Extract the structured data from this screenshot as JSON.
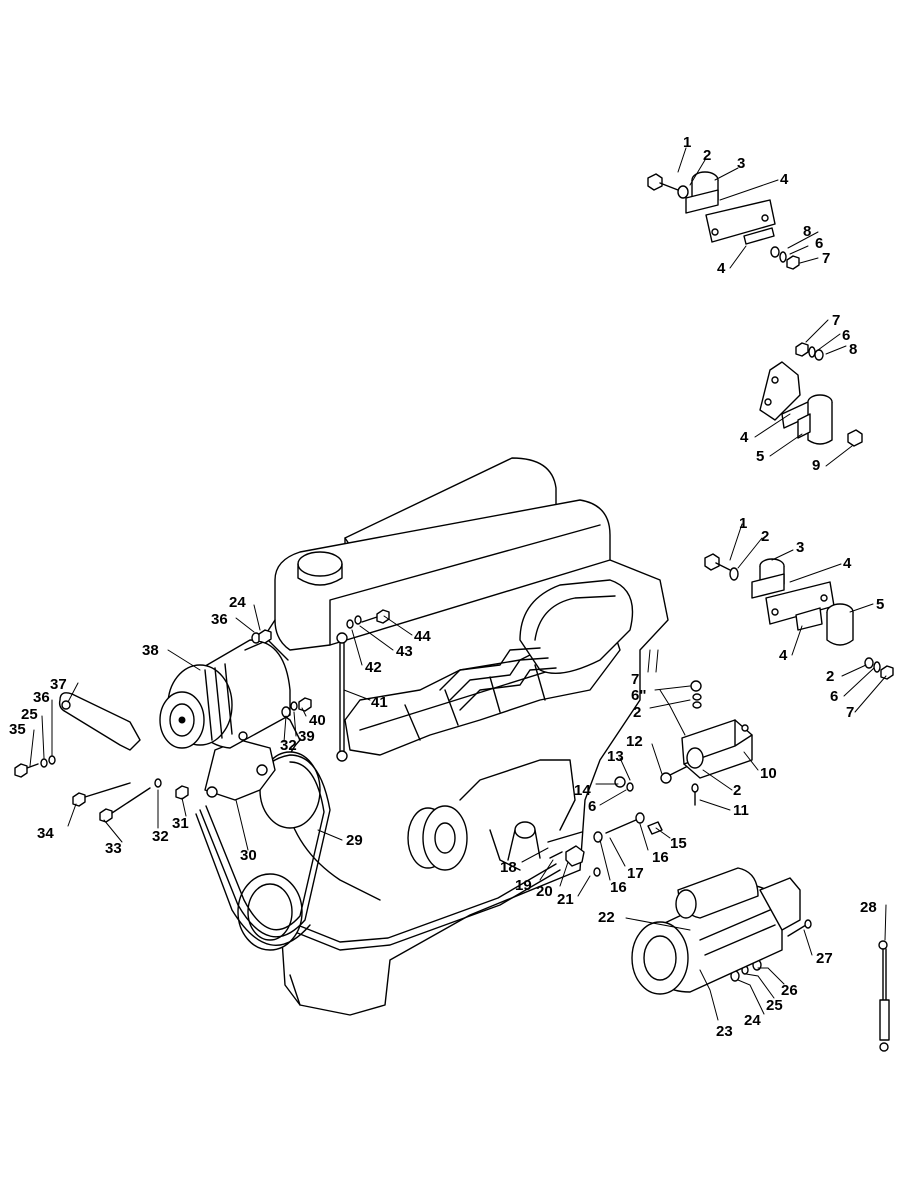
{
  "callouts": [
    {
      "id": "c-1a",
      "text": "1"
    },
    {
      "id": "c-2a",
      "text": "2"
    },
    {
      "id": "c-3a",
      "text": "3"
    },
    {
      "id": "c-4a",
      "text": "4"
    },
    {
      "id": "c-4b",
      "text": "4"
    },
    {
      "id": "c-8a",
      "text": "8"
    },
    {
      "id": "c-6a",
      "text": "6"
    },
    {
      "id": "c-7a",
      "text": "7"
    },
    {
      "id": "c-7b",
      "text": "7"
    },
    {
      "id": "c-6b",
      "text": "6"
    },
    {
      "id": "c-8b",
      "text": "8"
    },
    {
      "id": "c-4c",
      "text": "4"
    },
    {
      "id": "c-5a",
      "text": "5"
    },
    {
      "id": "c-9a",
      "text": "9"
    },
    {
      "id": "c-1b",
      "text": "1"
    },
    {
      "id": "c-2b",
      "text": "2"
    },
    {
      "id": "c-3b",
      "text": "3"
    },
    {
      "id": "c-4d",
      "text": "4"
    },
    {
      "id": "c-5b",
      "text": "5"
    },
    {
      "id": "c-4e",
      "text": "4"
    },
    {
      "id": "c-2c",
      "text": "2"
    },
    {
      "id": "c-6c",
      "text": "6"
    },
    {
      "id": "c-7c",
      "text": "7"
    },
    {
      "id": "c-7d",
      "text": "7"
    },
    {
      "id": "c-6d",
      "text": "6\""
    },
    {
      "id": "c-2d",
      "text": "2"
    },
    {
      "id": "c-10",
      "text": "10"
    },
    {
      "id": "c-2e",
      "text": "2"
    },
    {
      "id": "c-11",
      "text": "11"
    },
    {
      "id": "c-12",
      "text": "12"
    },
    {
      "id": "c-13",
      "text": "13"
    },
    {
      "id": "c-14",
      "text": "14"
    },
    {
      "id": "c-6e",
      "text": "6"
    },
    {
      "id": "c-15",
      "text": "15"
    },
    {
      "id": "c-16a",
      "text": "16"
    },
    {
      "id": "c-17",
      "text": "17"
    },
    {
      "id": "c-16b",
      "text": "16"
    },
    {
      "id": "c-18",
      "text": "18"
    },
    {
      "id": "c-19",
      "text": "19"
    },
    {
      "id": "c-20",
      "text": "20"
    },
    {
      "id": "c-21",
      "text": "21"
    },
    {
      "id": "c-22",
      "text": "22"
    },
    {
      "id": "c-23",
      "text": "23"
    },
    {
      "id": "c-24a",
      "text": "24"
    },
    {
      "id": "c-25a",
      "text": "25"
    },
    {
      "id": "c-26",
      "text": "26"
    },
    {
      "id": "c-27",
      "text": "27"
    },
    {
      "id": "c-28",
      "text": "28"
    },
    {
      "id": "c-24b",
      "text": "24"
    },
    {
      "id": "c-36a",
      "text": "36"
    },
    {
      "id": "c-44",
      "text": "44"
    },
    {
      "id": "c-43",
      "text": "43"
    },
    {
      "id": "c-42",
      "text": "42"
    },
    {
      "id": "c-41",
      "text": "41"
    },
    {
      "id": "c-38",
      "text": "38"
    },
    {
      "id": "c-40",
      "text": "40"
    },
    {
      "id": "c-39",
      "text": "39"
    },
    {
      "id": "c-32a",
      "text": "32"
    },
    {
      "id": "c-37",
      "text": "37"
    },
    {
      "id": "c-36b",
      "text": "36"
    },
    {
      "id": "c-25b",
      "text": "25"
    },
    {
      "id": "c-35",
      "text": "35"
    },
    {
      "id": "c-34",
      "text": "34"
    },
    {
      "id": "c-33",
      "text": "33"
    },
    {
      "id": "c-32b",
      "text": "32"
    },
    {
      "id": "c-31",
      "text": "31"
    },
    {
      "id": "c-30",
      "text": "30"
    },
    {
      "id": "c-29",
      "text": "29"
    }
  ]
}
